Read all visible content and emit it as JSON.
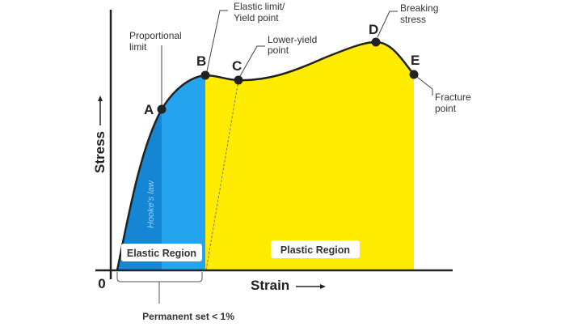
{
  "axes": {
    "y_label": "Stress",
    "x_label": "Strain",
    "origin": "0"
  },
  "points": [
    {
      "id": "A",
      "annotation": [
        "Proportional",
        "limit"
      ]
    },
    {
      "id": "B",
      "annotation": [
        "Elastic limit/",
        "Yield point"
      ]
    },
    {
      "id": "C",
      "annotation": [
        "Lower-yield",
        "point"
      ]
    },
    {
      "id": "D",
      "annotation": [
        "Breaking",
        "stress"
      ]
    },
    {
      "id": "E",
      "annotation": [
        "Fracture",
        "point"
      ]
    }
  ],
  "regions": {
    "elastic": "Elastic Region",
    "plastic": "Plastic Region",
    "hookes_law": "Hooke's law"
  },
  "permanent_set": "Permanent set < 1%",
  "colors": {
    "elastic": "#1e9be6",
    "elastic_dark": "#1486d4",
    "plastic": "#ffec00",
    "curve": "#222222"
  }
}
